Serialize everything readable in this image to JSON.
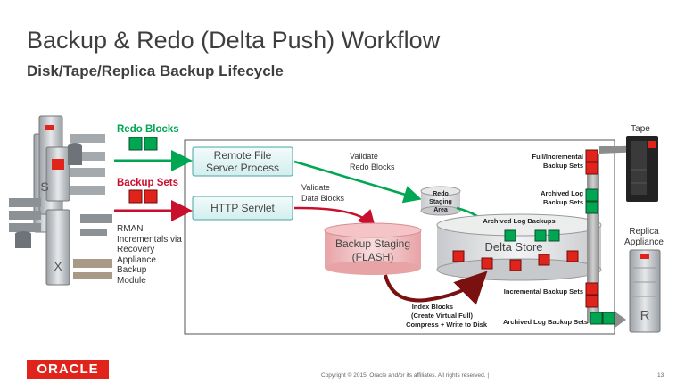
{
  "slide": {
    "title": "Backup & Redo (Delta Push) Workflow",
    "subtitle": "Disk/Tape/Replica Backup Lifecycle",
    "page_number": "13",
    "copyright": "Copyright © 2015, Oracle and/or its affiliates. All rights reserved.  |"
  },
  "brand": {
    "logo_text": "ORACLE",
    "accent": "#e0241b",
    "green": "#00a651",
    "teal": "#1f8f8f"
  },
  "sources": {
    "redo_blocks": "Redo Blocks",
    "backup_sets": "Backup Sets",
    "rman_text": [
      "RMAN",
      "Incrementals via",
      "Recovery",
      "Appliance",
      "Backup",
      "Module"
    ],
    "server_letters": [
      "S",
      "X"
    ]
  },
  "processes": {
    "remote_file_server": [
      "Remote File",
      "Server Process"
    ],
    "http_servlet": "HTTP Servlet",
    "validate_redo": [
      "Validate",
      "Redo Blocks"
    ],
    "validate_data": [
      "Validate",
      "Data Blocks"
    ],
    "redo_staging": [
      "Redo",
      "Staging",
      "Area"
    ],
    "backup_staging": [
      "Backup Staging",
      "(FLASH)"
    ],
    "delta_store": "Delta Store",
    "archived_log_backups": "Archived Log Backups",
    "index_blocks": [
      "Index Blocks",
      "(Create Virtual Full)",
      "Compress + Write to Disk"
    ]
  },
  "outputs": {
    "full_incremental": [
      "Full/Incremental",
      "Backup Sets"
    ],
    "archived_log": [
      "Archived Log",
      "Backup Sets"
    ],
    "incremental_sets": "Incremental Backup Sets",
    "archived_log_sets": "Archived Log Backup Sets",
    "tape": "Tape",
    "replica": [
      "Replica",
      "Appliance"
    ],
    "replica_letter": "R"
  }
}
